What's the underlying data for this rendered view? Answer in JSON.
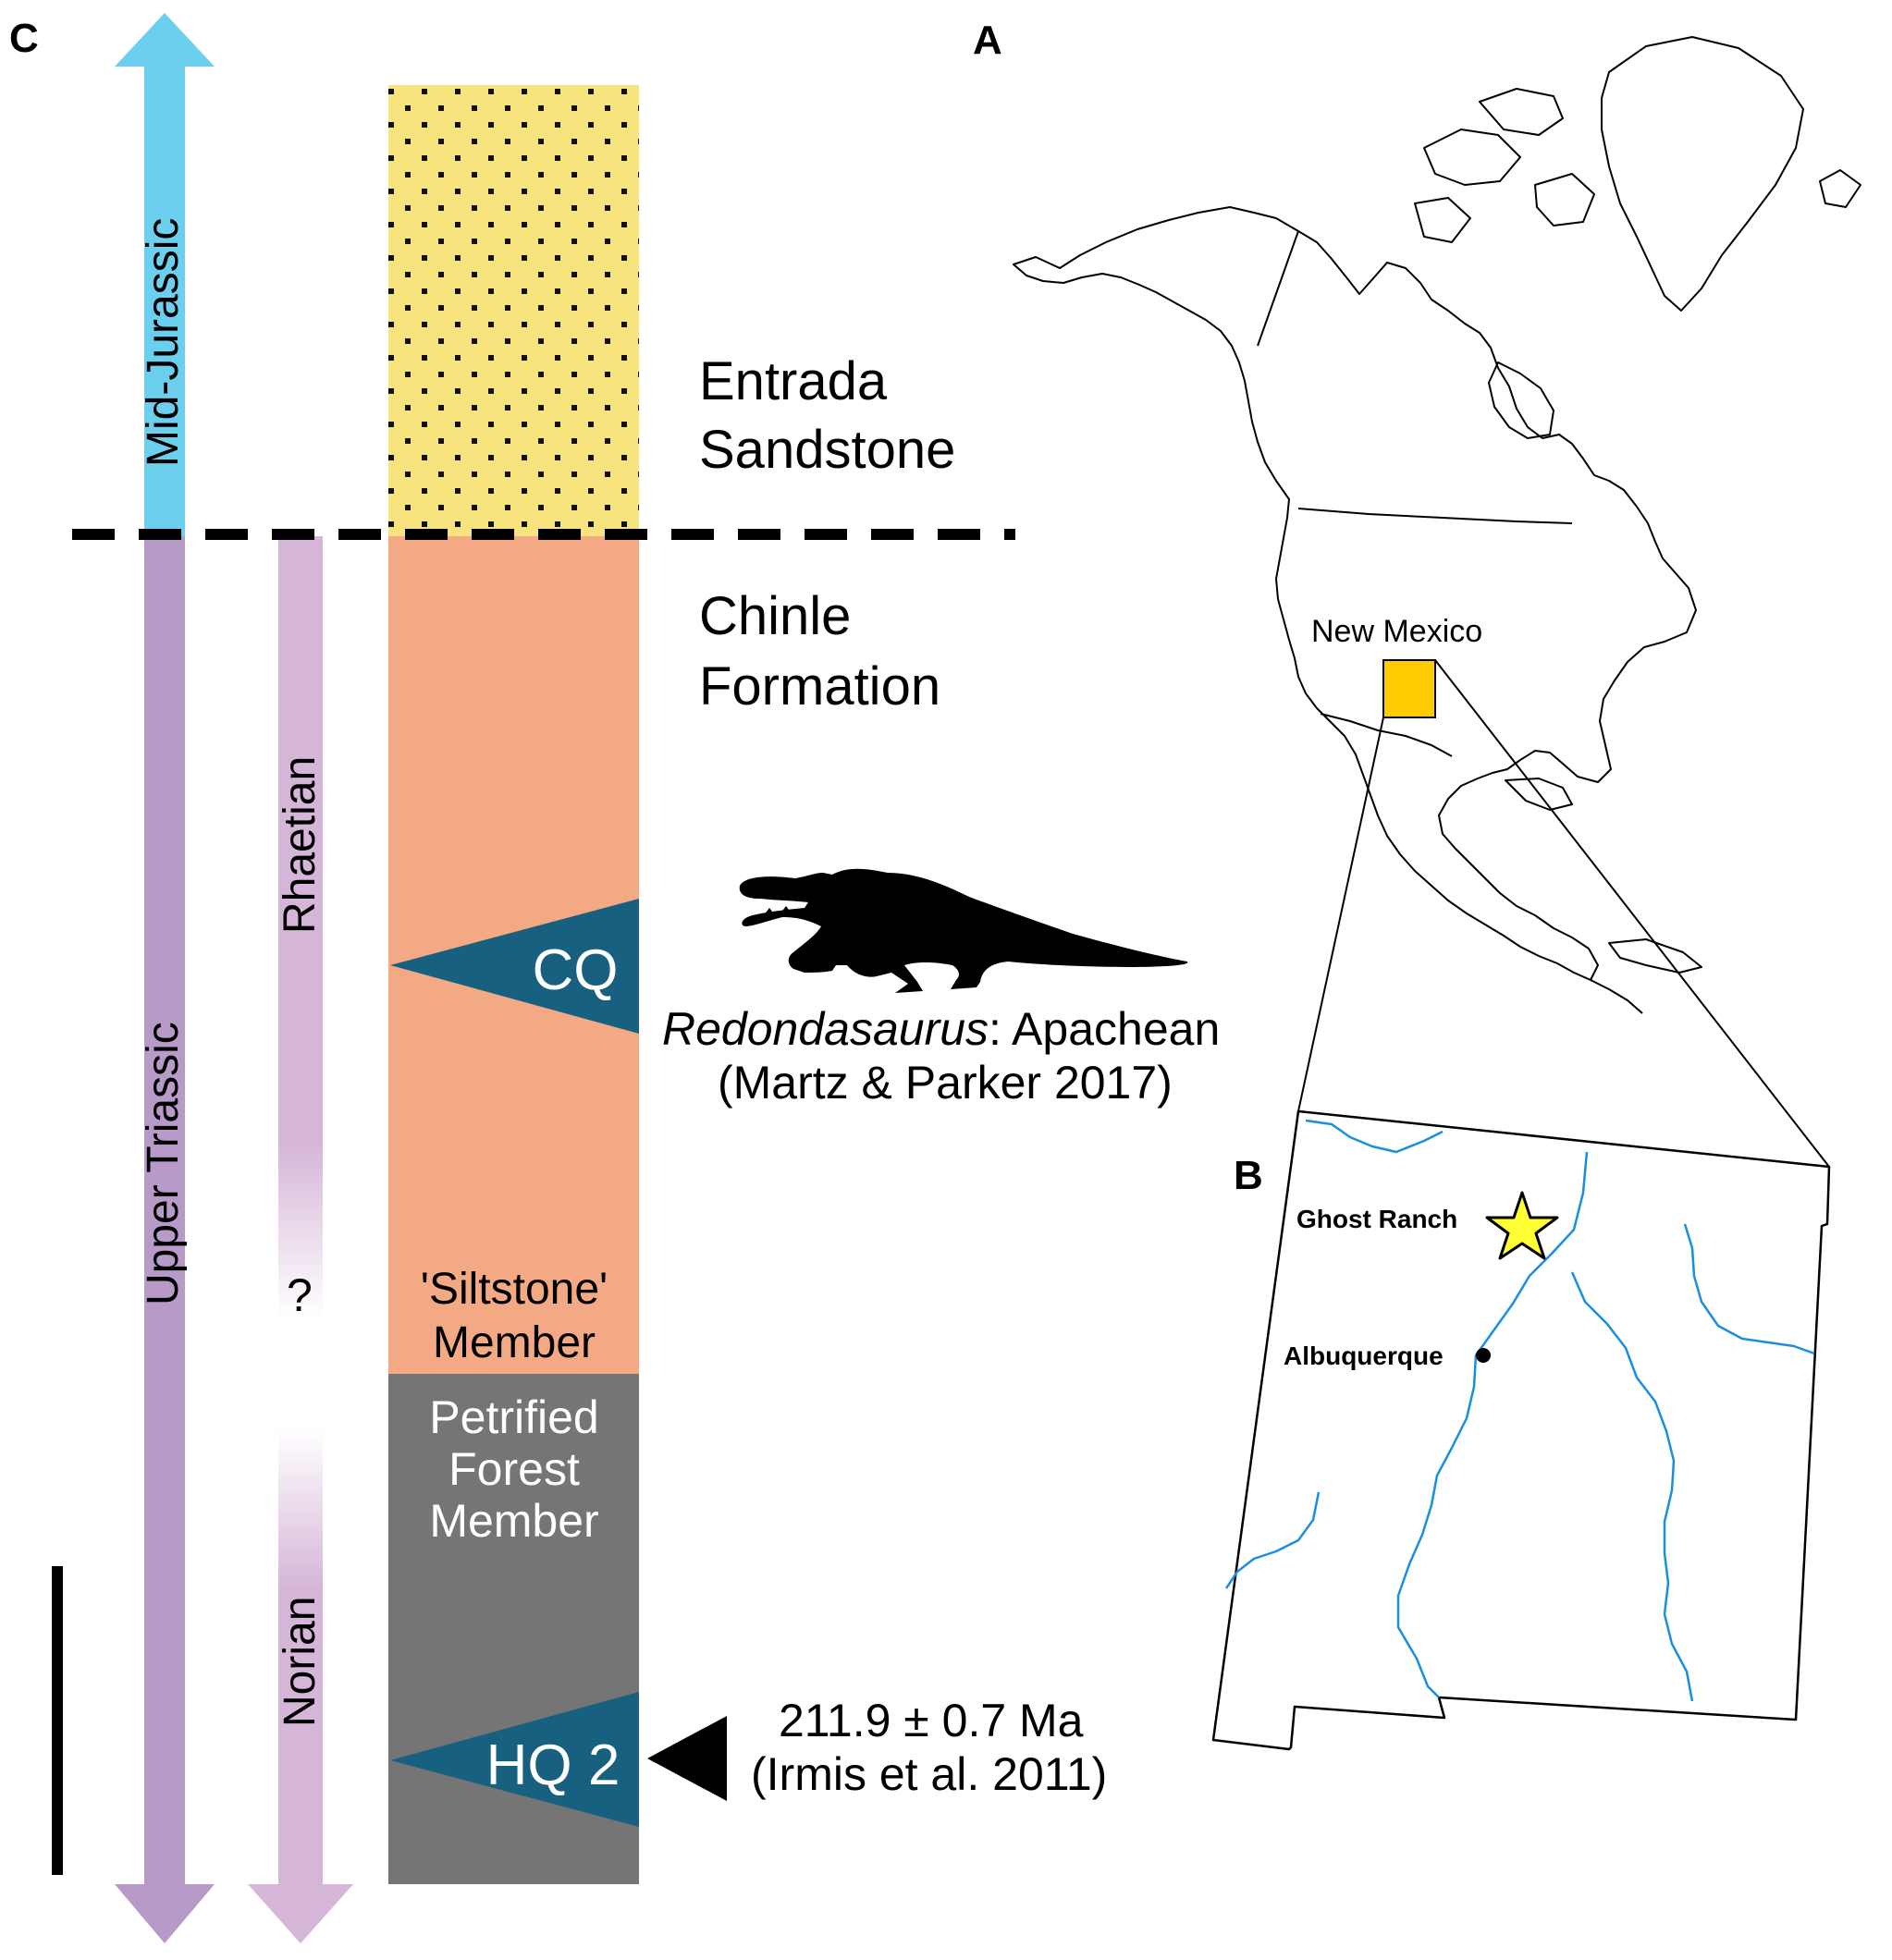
{
  "panels": {
    "a": "A",
    "b": "B",
    "c": "C"
  },
  "time_arrows": {
    "jurassic": "Mid-Jurassic",
    "triassic": "Upper Triassic",
    "rhaetian": "Rhaetian",
    "question": "?",
    "norian": "Norian"
  },
  "units": {
    "entrada_line1": "Entrada",
    "entrada_line2": "Sandstone",
    "chinle_line1": "Chinle",
    "chinle_line2": "Formation",
    "siltstone_line1": "'Siltstone'",
    "siltstone_line2": "Member",
    "pf_line1": "Petrified",
    "pf_line2": "Forest",
    "pf_line3": "Member"
  },
  "localities": {
    "cq": "CQ",
    "hq2": "HQ 2"
  },
  "annotations": {
    "redondasaurus_taxon": "Redondasaurus",
    "redondasaurus_rest": ": Apachean",
    "redondasaurus_ref": "(Martz & Parker 2017)",
    "date_value": "211.9 ± 0.7 Ma",
    "date_ref": "(Irmis et al. 2011)"
  },
  "map": {
    "state": "New Mexico",
    "ghost_ranch": "Ghost Ranch",
    "albuquerque": "Albuquerque"
  },
  "colors": {
    "jurassic_arrow": "#6ccfee",
    "triassic_arrow": "#b89ac8",
    "stage_arrow": "#d5b6d8",
    "entrada_fill": "#f7e47f",
    "chinle_fill": "#f2a984",
    "petrified_forest_fill": "#757575",
    "locality_triangle": "#17607f",
    "new_mexico_fill": "#ffcc00",
    "star_fill": "#ffff33",
    "river": "#1a8fe0"
  }
}
